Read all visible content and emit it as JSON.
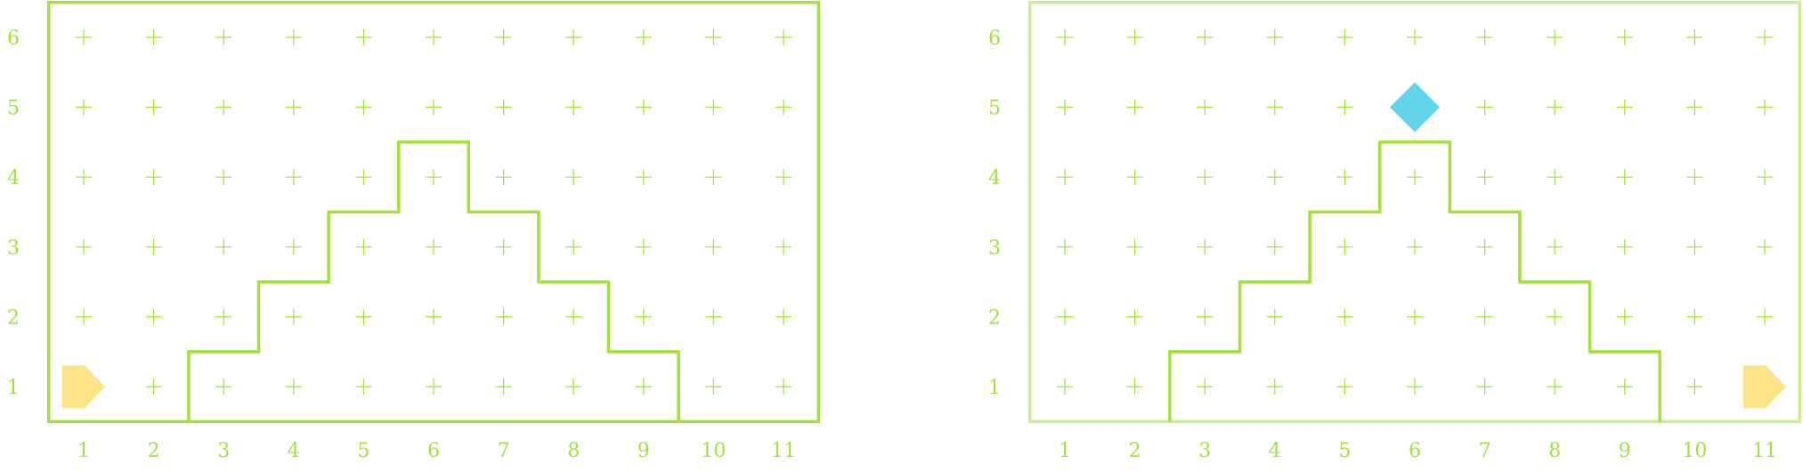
{
  "colors": {
    "line": "#a4e03c",
    "line_light": "#c8ee90",
    "label": "#a4e03c",
    "robot": "#fbe38a",
    "goal": "#62d4ea",
    "background": "#ffffff"
  },
  "panels": [
    {
      "name": "left-panel",
      "x_labels": [
        "1",
        "2",
        "3",
        "4",
        "5",
        "6",
        "7",
        "8",
        "9",
        "10",
        "11"
      ],
      "y_labels": [
        "1",
        "2",
        "3",
        "4",
        "5",
        "6"
      ],
      "walls": [
        [
          2.5,
          0.5
        ],
        [
          2.5,
          1.5
        ],
        [
          3.5,
          1.5
        ],
        [
          3.5,
          2.5
        ],
        [
          4.5,
          2.5
        ],
        [
          4.5,
          3.5
        ],
        [
          5.5,
          3.5
        ],
        [
          5.5,
          4.5
        ],
        [
          6.5,
          4.5
        ],
        [
          6.5,
          3.5
        ],
        [
          7.5,
          3.5
        ],
        [
          7.5,
          2.5
        ],
        [
          8.5,
          2.5
        ],
        [
          8.5,
          1.5
        ],
        [
          9.5,
          1.5
        ],
        [
          9.5,
          0.5
        ]
      ],
      "robot": {
        "x": 1,
        "y": 1,
        "icon": "robot-arrow-icon",
        "facing": "right"
      },
      "goal": null
    },
    {
      "name": "right-panel",
      "x_labels": [
        "1",
        "2",
        "3",
        "4",
        "5",
        "6",
        "7",
        "8",
        "9",
        "10",
        "11"
      ],
      "y_labels": [
        "1",
        "2",
        "3",
        "4",
        "5",
        "6"
      ],
      "walls": [
        [
          2.5,
          0.5
        ],
        [
          2.5,
          1.5
        ],
        [
          3.5,
          1.5
        ],
        [
          3.5,
          2.5
        ],
        [
          4.5,
          2.5
        ],
        [
          4.5,
          3.5
        ],
        [
          5.5,
          3.5
        ],
        [
          5.5,
          4.5
        ],
        [
          6.5,
          4.5
        ],
        [
          6.5,
          3.5
        ],
        [
          7.5,
          3.5
        ],
        [
          7.5,
          2.5
        ],
        [
          8.5,
          2.5
        ],
        [
          8.5,
          1.5
        ],
        [
          9.5,
          1.5
        ],
        [
          9.5,
          0.5
        ]
      ],
      "robot": {
        "x": 11,
        "y": 1,
        "icon": "robot-arrow-icon",
        "facing": "right"
      },
      "goal": {
        "x": 6,
        "y": 5,
        "icon": "goal-diamond-icon"
      }
    }
  ]
}
